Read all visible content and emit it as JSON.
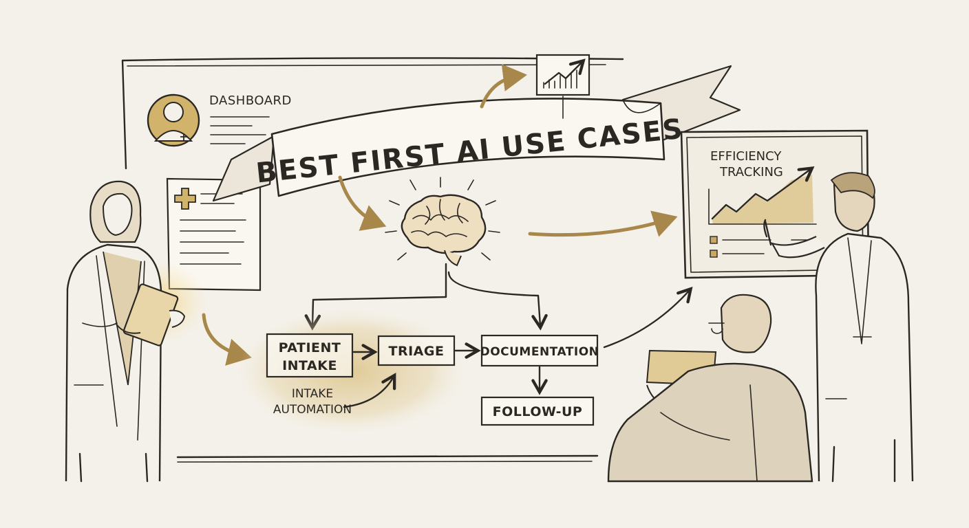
{
  "banner": {
    "title": "BEST FIRST AI USE CASES"
  },
  "dashboard": {
    "label": "DASHBOARD"
  },
  "efficiency": {
    "line1": "EFFICIENCY",
    "line2": "TRACKING"
  },
  "flow": {
    "patient_intake_line1": "PATIENT",
    "patient_intake_line2": "INTAKE",
    "triage": "TRIAGE",
    "documentation": "DOCUMENTATION",
    "follow_up": "FOLLOW-UP",
    "intake_automation_line1": "INTAKE",
    "intake_automation_line2": "AUTOMATION"
  },
  "colors": {
    "ink": "#2b2723",
    "gold": "#c9a866",
    "gold_dark": "#a8874a",
    "paper": "#f4f1ea"
  },
  "icons": [
    "avatar-icon",
    "medical-cross-icon",
    "brain-icon",
    "trend-chart-icon",
    "clipboard-icon"
  ]
}
